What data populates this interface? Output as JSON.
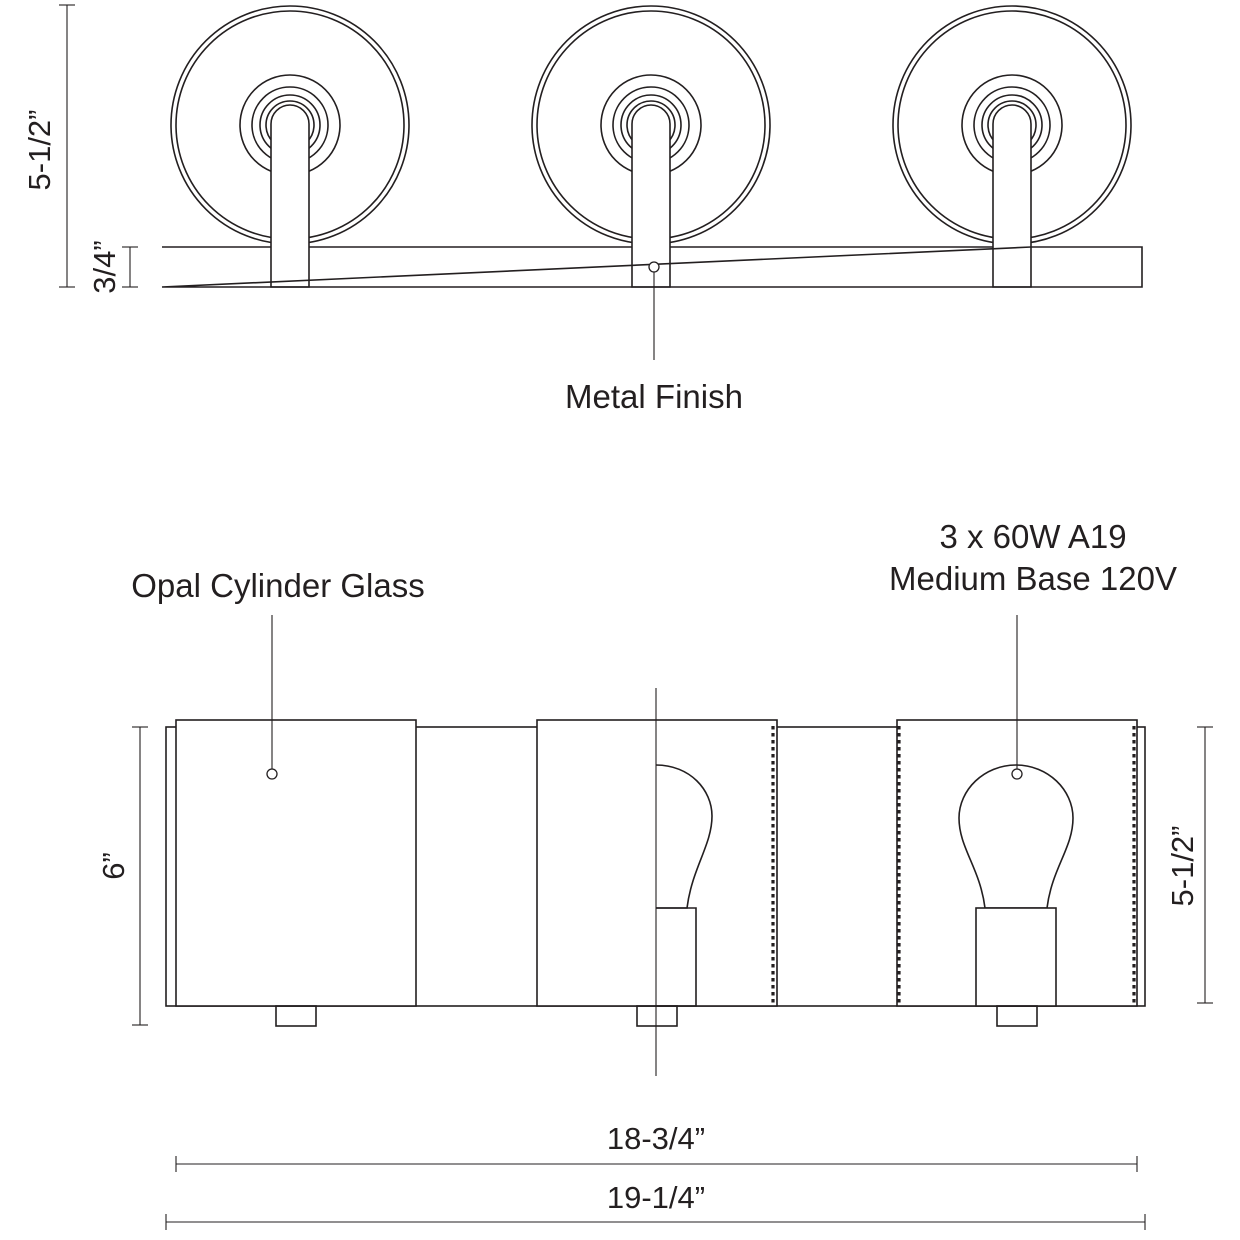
{
  "top_view": {
    "height_dimension": "5-1/2”",
    "backplate_dimension": "3/4”",
    "finish_label": "Metal Finish"
  },
  "front_view": {
    "glass_label": "Opal Cylinder Glass",
    "bulb_label_line1": "3 x 60W A19",
    "bulb_label_line2": "Medium Base 120V",
    "overall_height": "6”",
    "shade_height": "5-1/2”",
    "shade_span_width": "18-3/4”",
    "overall_width": "19-1/4”"
  }
}
